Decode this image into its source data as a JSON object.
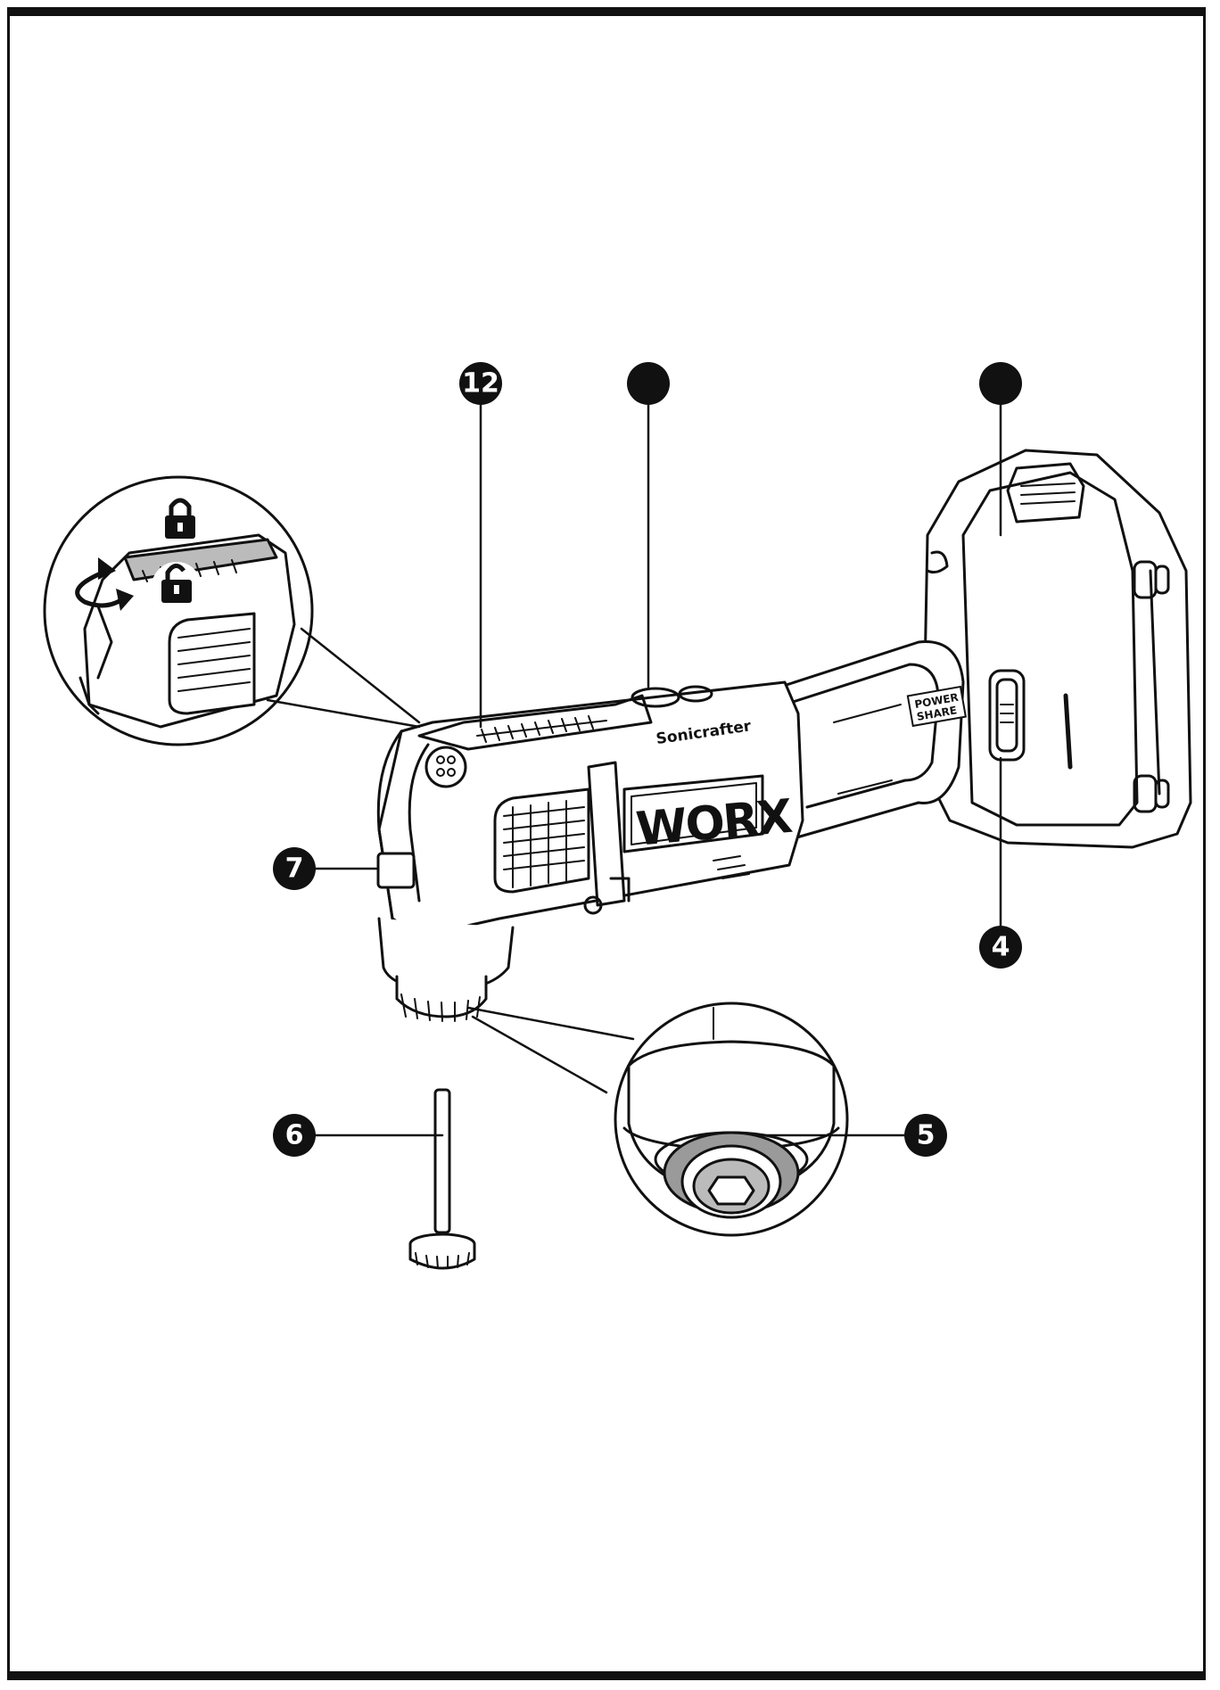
{
  "callouts": [
    {
      "id": "c12",
      "label": "12"
    },
    {
      "id": "c3",
      "label": ""
    },
    {
      "id": "c9",
      "label": ""
    },
    {
      "id": "c4",
      "label": "4"
    },
    {
      "id": "c7",
      "label": "7"
    },
    {
      "id": "c6",
      "label": "6"
    },
    {
      "id": "c5",
      "label": "5"
    }
  ],
  "product": {
    "brand": "WORX",
    "model_badge": "Sonicrafter",
    "battery_badge_line1": "POWER",
    "battery_badge_line2": "SHARE"
  },
  "inset_icons": [
    "lock-closed-icon",
    "lock-open-icon",
    "rotate-arrow-icon"
  ],
  "colors": {
    "line": "#111111",
    "fill": "#ffffff",
    "grey": "#9a9a9a"
  }
}
